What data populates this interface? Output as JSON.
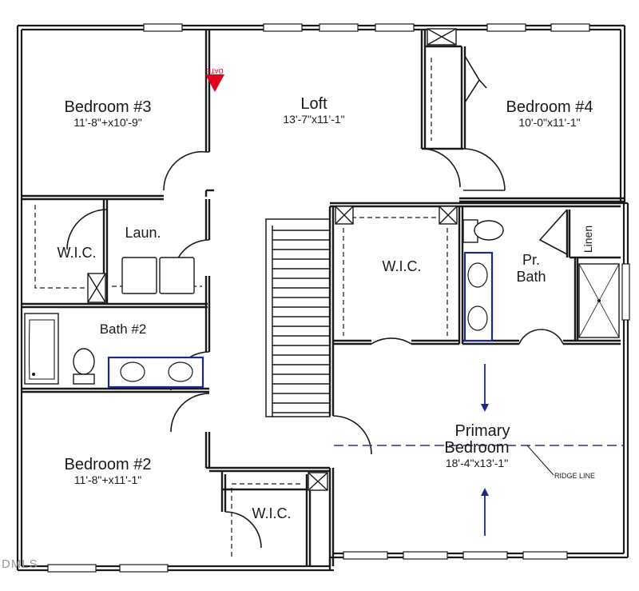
{
  "rooms": {
    "bedroom3": {
      "name": "Bedroom #3",
      "dims": "11'-8\"+x10'-9\""
    },
    "loft": {
      "name": "Loft",
      "dims": "13'-7\"x11'-1\""
    },
    "bedroom4": {
      "name": "Bedroom #4",
      "dims": "10'-0\"x11'-1\""
    },
    "wic_left": {
      "name": "W.I.C."
    },
    "laundry": {
      "name": "Laun."
    },
    "wic_center": {
      "name": "W.I.C."
    },
    "primary_bath_line1": {
      "name": "Pr."
    },
    "primary_bath_line2": {
      "name": "Bath"
    },
    "linen": {
      "name": "Linen"
    },
    "bath2": {
      "name": "Bath #2"
    },
    "primary_bedroom_line1": {
      "name": "Primary"
    },
    "primary_bedroom_line2": {
      "name": "Bedroom",
      "dims": "18'-4\"x13'-1\""
    },
    "bedroom2": {
      "name": "Bedroom #2",
      "dims": "11'-8\"+x11'-1\""
    },
    "wic_bottom": {
      "name": "W.I.C."
    }
  },
  "annotations": {
    "ridge_line": "RIDGE LINE",
    "datum_marker": "DATE"
  },
  "watermark": "DMLS",
  "colors": {
    "wall": "#1a1a1a",
    "fixture_outline": "#1e2a8a",
    "ridge_dash": "#2b3590",
    "datum_marker": "#e0001b"
  }
}
